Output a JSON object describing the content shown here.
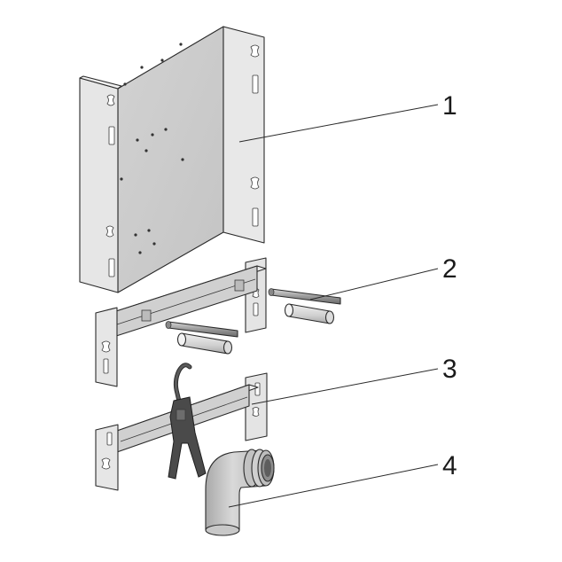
{
  "callouts": [
    {
      "number": "1",
      "part": "mounting-panel"
    },
    {
      "number": "2",
      "part": "rail-with-bolts-and-spacers"
    },
    {
      "number": "3",
      "part": "rail-with-clamp"
    },
    {
      "number": "4",
      "part": "pipe-elbow"
    }
  ],
  "colors": {
    "panel_light": "#e3e3e3",
    "panel_mid": "#c9c9c9",
    "panel_dark": "#a9a9a9",
    "clamp": "#4a4a4a",
    "line": "#2b2b2b"
  }
}
